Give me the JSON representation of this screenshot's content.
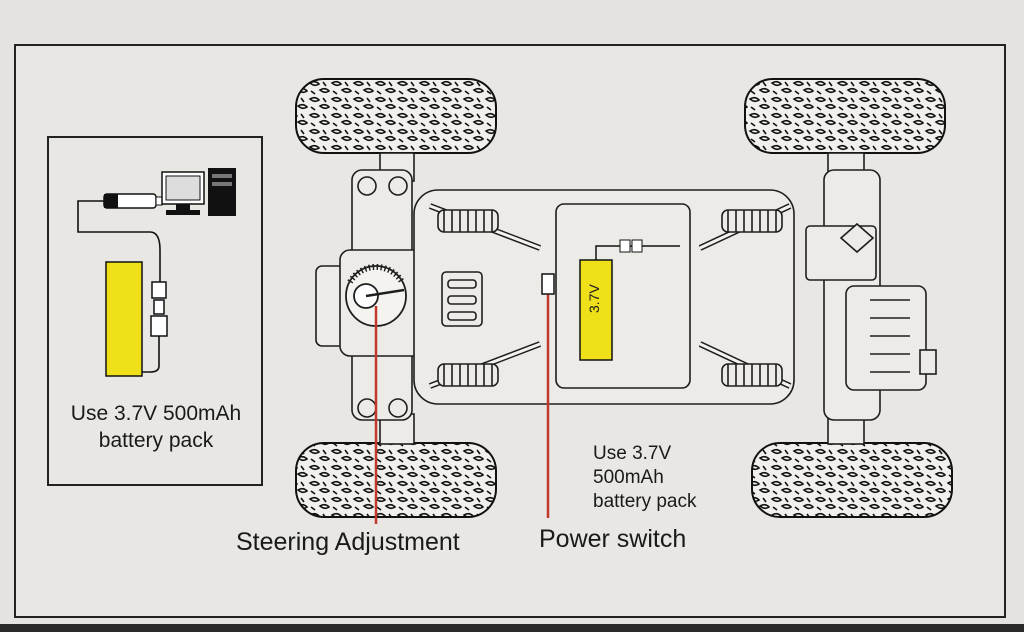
{
  "inset": {
    "caption_line1": "Use 3.7V 500mAh",
    "caption_line2": "battery pack"
  },
  "battery_label": "3.7V",
  "right_caption": {
    "line1": "Use 3.7V",
    "line2": "500mAh",
    "line3": "battery pack"
  },
  "labels": {
    "steering": "Steering Adjustment",
    "power": "Power switch"
  },
  "colors": {
    "battery_yellow": "#efe01a",
    "pointer_red": "#c0392b",
    "line": "#1e1e1e"
  }
}
